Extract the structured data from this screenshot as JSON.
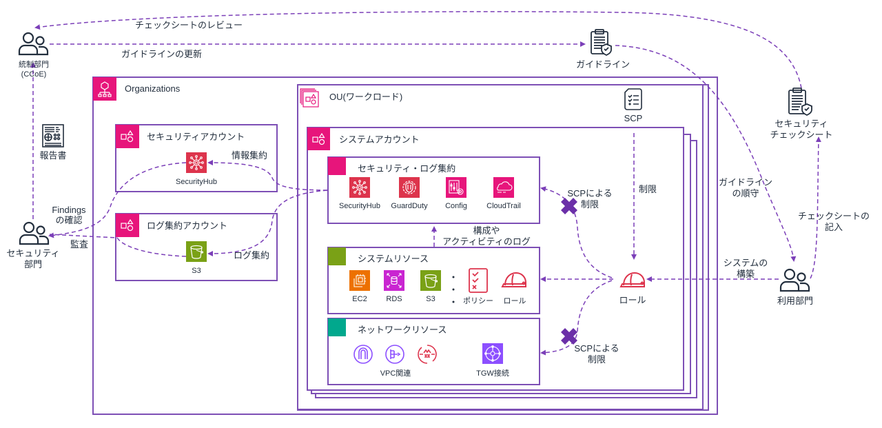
{
  "actors": {
    "governance": {
      "label_line1": "統制部門",
      "label_line2": "(CCoE)"
    },
    "security": {
      "label_line1": "セキュリティ",
      "label_line2": "部門"
    },
    "user_dept": {
      "label": "利用部門"
    }
  },
  "documents": {
    "guideline": {
      "label": "ガイドライン"
    },
    "checksheet": {
      "label_line1": "セキュリティ",
      "label_line2": "チェックシート"
    },
    "report": {
      "label": "報告書"
    },
    "scp": {
      "label": "SCP"
    }
  },
  "flows": {
    "checksheet_review": "チェックシートのレビュー",
    "guideline_update": "ガイドラインの更新",
    "findings_line1": "Findings",
    "findings_line2": "の確認",
    "audit": "監査",
    "info_aggregation": "情報集約",
    "log_aggregation": "ログ集約",
    "config_logs_line1": "構成や",
    "config_logs_line2": "アクティビティのログ",
    "restrict": "制限",
    "scp_restrict_1_line1": "SCPによる",
    "scp_restrict_1_line2": "制限",
    "scp_restrict_2_line1": "SCPによる",
    "scp_restrict_2_line2": "制限",
    "guideline_compliance_line1": "ガイドライン",
    "guideline_compliance_line2": "の順守",
    "checksheet_fill_line1": "チェックシートの",
    "checksheet_fill_line2": "記入",
    "system_build_line1": "システムの",
    "system_build_line2": "構築"
  },
  "containers": {
    "organizations": {
      "title": "Organizations"
    },
    "security_account": {
      "title": "セキュリティアカウント",
      "services": [
        {
          "label": "SecurityHub"
        }
      ]
    },
    "log_account": {
      "title": "ログ集約アカウント",
      "services": [
        {
          "label": "S3"
        }
      ]
    },
    "ou_workload": {
      "title": "OU(ワークロード)"
    },
    "system_account": {
      "title": "システムアカウント"
    },
    "security_log": {
      "title": "セキュリティ・ログ集約",
      "services": [
        {
          "label": "SecurityHub"
        },
        {
          "label": "GuardDuty"
        },
        {
          "label": "Config"
        },
        {
          "label": "CloudTrail"
        }
      ]
    },
    "system_resources": {
      "title": "システムリソース",
      "services": [
        {
          "label": "EC2"
        },
        {
          "label": "RDS"
        },
        {
          "label": "S3"
        },
        {
          "label": "ポリシー"
        },
        {
          "label": "ロール"
        }
      ]
    },
    "network_resources": {
      "title": "ネットワークリソース",
      "services": [
        {
          "label": "VPC関連"
        },
        {
          "label": "TGW接続"
        }
      ]
    }
  },
  "role": {
    "label": "ロール"
  },
  "colors": {
    "arrow": "#7b3fb8",
    "org_pink": "#e7157b",
    "security_red": "#dd344c",
    "config_pink": "#e7157b",
    "storage_green": "#7aa116",
    "compute_orange": "#ed7100",
    "db_purple": "#c925d1",
    "network_purple": "#8c4fff",
    "network_teal": "#01a88d"
  }
}
